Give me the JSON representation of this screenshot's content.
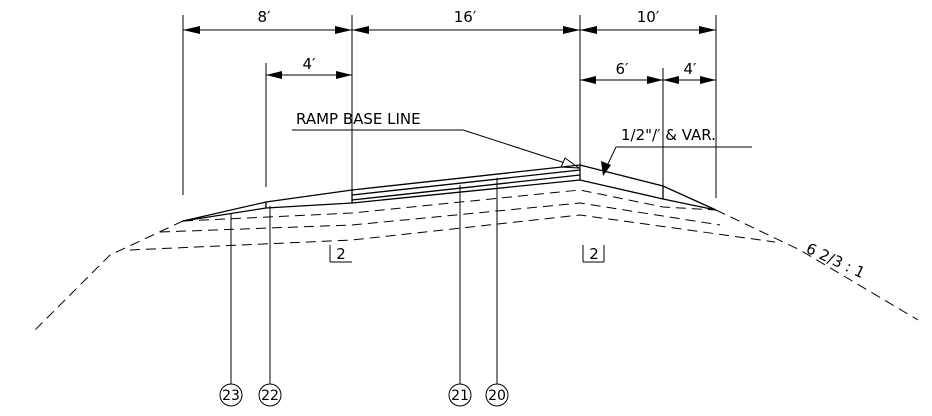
{
  "dimensions": {
    "left_shoulder": "8′",
    "lane": "16′",
    "right_shoulder": "10′",
    "left_inner": "4′",
    "right_inner_a": "6′",
    "right_inner_b": "4′"
  },
  "labels": {
    "base_line": "RAMP BASE LINE",
    "depth_note": "1/2\"/′ & VAR.",
    "slope": "6 2/3 : 1",
    "marker_left": "2",
    "marker_right": "2"
  },
  "callouts": [
    "23",
    "22",
    "21",
    "20"
  ]
}
